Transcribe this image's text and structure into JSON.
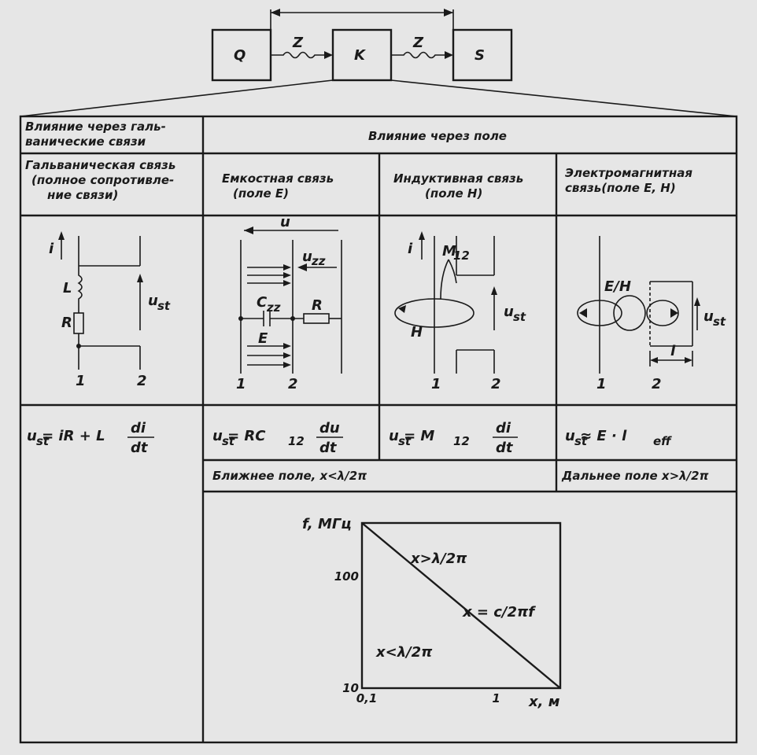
{
  "blocks": {
    "q": "Q",
    "k": "K",
    "s": "S",
    "z1": "Z",
    "z2": "Z"
  },
  "headers": {
    "galvanic_influence": [
      "Влияние через галь-",
      "ванические связи"
    ],
    "field_influence": "Влияние через поле",
    "galvanic": [
      "Гальваническая связь",
      "(полное сопротивле-",
      "ние связи)"
    ],
    "capacitive": [
      "Емкостная связь",
      "(поле E)"
    ],
    "inductive": [
      "Индуктивная связь",
      "(поле H)"
    ],
    "electromagnetic": [
      "Электромагнитная",
      "связь(поле E, H)"
    ]
  },
  "circuit_labels": {
    "i1": "i",
    "L": "L",
    "R1": "R",
    "ust1": "u",
    "ust1_sub": "st",
    "n1a": "1",
    "n1b": "2",
    "u": "u",
    "uzz": "u",
    "uzz_sub": "zz",
    "Czz": "C",
    "Czz_sub": "zz",
    "R2": "R",
    "E": "E",
    "n2a": "1",
    "n2b": "2",
    "i3": "i",
    "M": "M",
    "M_sub": "12",
    "H": "H",
    "ust3": "u",
    "ust3_sub": "st",
    "n3a": "1",
    "n3b": "2",
    "EH": "E/H",
    "ust4": "u",
    "ust4_sub": "st",
    "l": "l",
    "n4a": "1",
    "n4b": "2"
  },
  "formulas": {
    "f1": "u  = iR + L",
    "f1_sub": "st",
    "f1_num": "di",
    "f1_den": "dt",
    "f2": "u  = RC",
    "f2_sub": "st",
    "f2_sub2": "12",
    "f2_num": "du",
    "f2_den": "dt",
    "f3": "u  = M",
    "f3_sub": "st",
    "f3_sub2": "12",
    "f3_num": "di",
    "f3_den": "dt",
    "f4": "u  ≈ E · l",
    "f4_sub": "st",
    "f4_sub2": "eff"
  },
  "zones": {
    "near": "Ближнее поле, x<λ/2π",
    "far": "Дальнее поле x>λ/2π"
  },
  "chart_data": {
    "type": "line",
    "xlabel": "x, м",
    "ylabel": "f, МГц",
    "x_scale": "log",
    "y_scale": "log",
    "xlim": [
      0.1,
      3
    ],
    "ylim": [
      10,
      300
    ],
    "x_ticks": [
      "0,1",
      "1"
    ],
    "y_ticks": [
      "10",
      "100"
    ],
    "series": [
      {
        "name": "x = c/2πf",
        "x": [
          0.1,
          3
        ],
        "y": [
          300,
          10
        ]
      }
    ],
    "annotations": [
      "x>λ/2π",
      "x<λ/2π",
      "x = c/2πf"
    ]
  }
}
